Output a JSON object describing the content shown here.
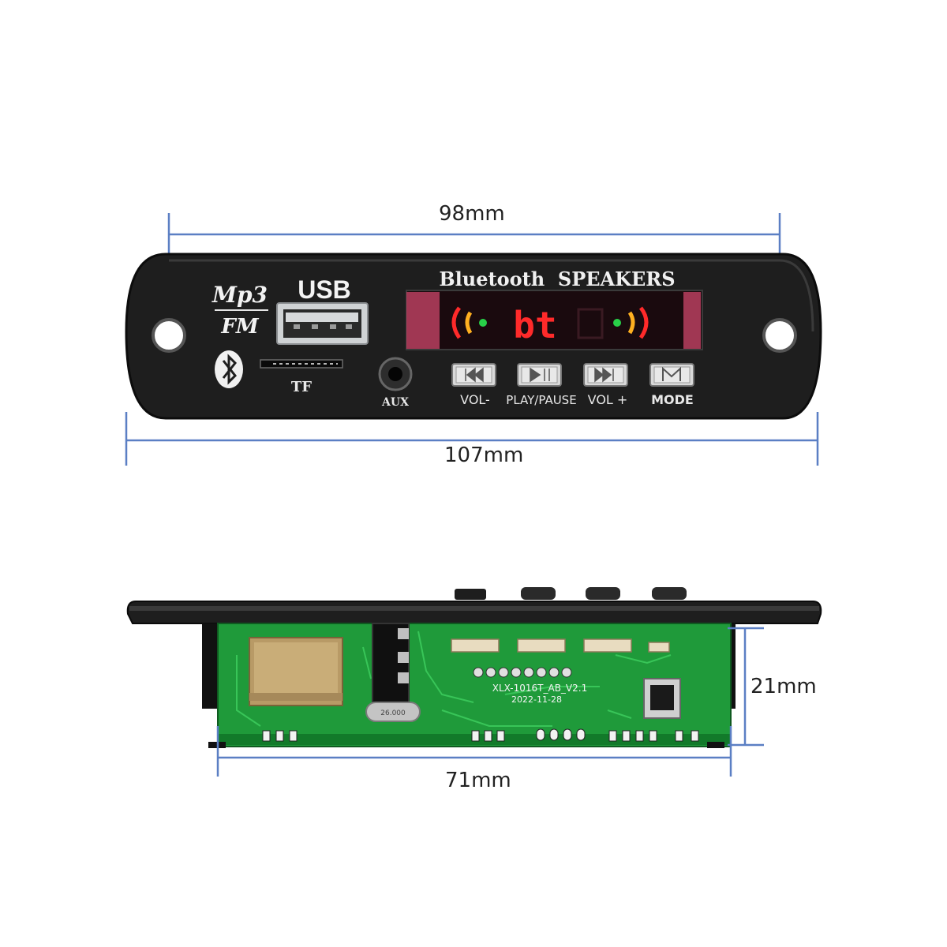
{
  "dimensions": {
    "top_width": "98mm",
    "overall_width": "107mm",
    "depth": "21mm",
    "board_width": "71mm"
  },
  "front_panel": {
    "logo_mp3": "Mp3",
    "logo_fm": "FM",
    "usb_label": "USB",
    "tf_label": "TF",
    "aux_label": "AUX",
    "brand_label": "Bluetooth  SPEAKERS",
    "display_text": "bt",
    "buttons": [
      {
        "label": "VOL-",
        "icon": "prev-icon"
      },
      {
        "label": "PLAY/PAUSE",
        "icon": "play-pause-icon"
      },
      {
        "label": "VOL +",
        "icon": "next-icon"
      },
      {
        "label": "MODE",
        "icon": "mode-icon"
      }
    ]
  },
  "board": {
    "model": "XLX-1016T_AB_V2.1",
    "date": "2022-11-28",
    "crystal": "26.000"
  },
  "colors": {
    "dimension_line": "#5b7fc4",
    "panel": "#1c1c1c",
    "pcb": "#1f9a3a",
    "led_red": "#ff2a2a"
  }
}
